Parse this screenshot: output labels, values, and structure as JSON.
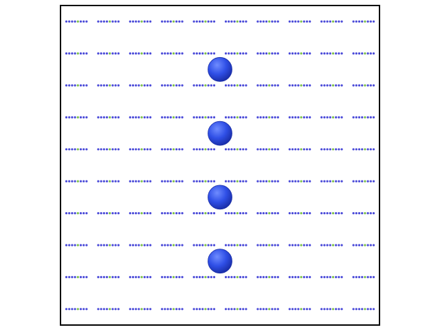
{
  "scene": {
    "lattice": {
      "rows": 10,
      "columns": 10,
      "dots_per_cluster": 8,
      "accent_dot_index": 4,
      "dot_color": "#4a4ad8",
      "accent_color": "#7cc04a"
    },
    "spheres": {
      "count": 4,
      "color": "#2f4fe6",
      "highlight_color": "#6f8cff",
      "shade_color": "#1a2ea8"
    },
    "frame": {
      "border_color": "#000000"
    }
  }
}
